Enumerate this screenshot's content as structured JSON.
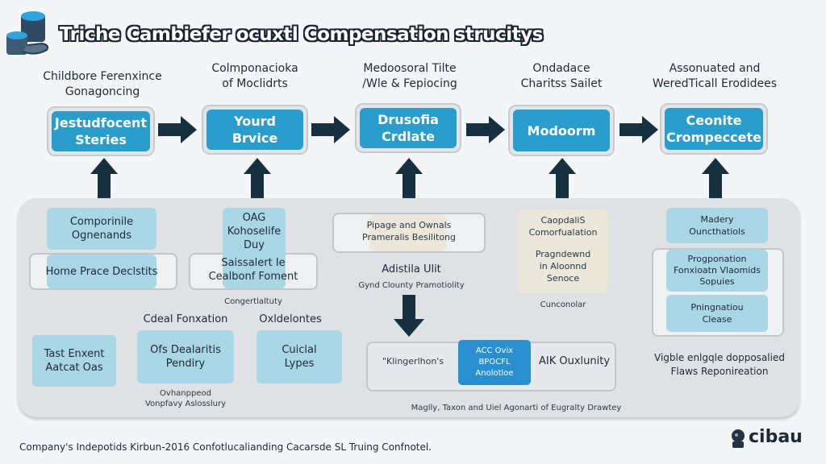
{
  "header": {
    "title": "Triche Cambiefer ocuxtl Compensation strucitys",
    "logo_icon": "database-stack-icon"
  },
  "steps": [
    {
      "caption": [
        "Childbore Ferenxince",
        "Gonagoncing"
      ],
      "box": [
        "Jestudfocent",
        "Steries"
      ]
    },
    {
      "caption": [
        "Colmponacioka",
        "of Moclidrts"
      ],
      "box": [
        "Yourd",
        "Brvice"
      ]
    },
    {
      "caption": [
        "Medoosoral Tilte",
        "/Wle & Fepiocing"
      ],
      "box": [
        "Drusofia",
        "Crdlate"
      ]
    },
    {
      "caption": [
        "Ondadace",
        "Charitss Sailet"
      ],
      "box": [
        "Modoorm"
      ]
    },
    {
      "caption": [
        "Assonuated and",
        "WeredTicall Erodidees"
      ],
      "box": [
        "Ceonite",
        "Crompeccete"
      ]
    }
  ],
  "panel": {
    "col1": {
      "top_box": [
        "Comporinile",
        "Ognenands"
      ],
      "frame_label": "Home Prace Declstits",
      "bottom_box": [
        "Tast Enxent",
        "Aatcat Oas"
      ]
    },
    "col2": {
      "top_box": [
        "OAG",
        "Kohoselife",
        "Duy"
      ],
      "frame_label": [
        "Saissalert Ie",
        "Cealbonf Foment"
      ],
      "sub_caption": "Congertlaltuty",
      "heading": "Cdeal Fonxation",
      "bottom_box": [
        "Ofs Dealaritis",
        "Pendiry"
      ],
      "bottom_note": [
        "Ovhanppeod",
        "Vonpfavy Aslosslury"
      ]
    },
    "col3": {
      "heading": "Oxldelontes",
      "bottom_box": [
        "Cuiclal",
        "Lypes"
      ]
    },
    "col4": {
      "frame_label": [
        "Pipage and Ownals",
        "Prameralis Besilitong"
      ],
      "heading": "Adistila Ulit",
      "subheading": "Gynd Clounty Pramotiolity",
      "pipeline_left": "\"Klingerlhon's",
      "pipeline_center": [
        "ACC Ovix",
        "BPOCFL",
        "Anolotloe"
      ],
      "pipeline_right": "AIK Ouxlunity",
      "pipeline_note": "Maglly, Taxon and Uiel Agonarti of Eugralty Drawtey"
    },
    "col5": {
      "beige_top": [
        "CaopdaliS",
        "Comorfualation"
      ],
      "beige_bottom": [
        "Pragndewnd",
        "in Aloonnd",
        "Senoce"
      ],
      "note": "Cunconolar"
    },
    "col6": {
      "top_box": [
        "Madery",
        "Ouncthatiols"
      ],
      "mid_box": [
        "Progponation",
        "Fonxioatn Vlaomids",
        "Sopuies"
      ],
      "low_box": [
        "Pningnatiou",
        "Clease"
      ],
      "note": [
        "Vigble enlgqle dopposalied",
        "Flaws Reponireation"
      ]
    }
  },
  "footer": {
    "text": "Company's Indepotids Kirbun-2016 Confotlucalianding Cacarsde SL Truing Confnotel.",
    "brand": "cibau",
    "brand_icon": "brand-head-icon"
  },
  "colors": {
    "primary": "#2a9dcd",
    "light": "#a9d7e6",
    "arrow": "#16303f",
    "panel": "#dfe2e4",
    "beige": "#ece7db",
    "background": "#f3f5f7"
  }
}
